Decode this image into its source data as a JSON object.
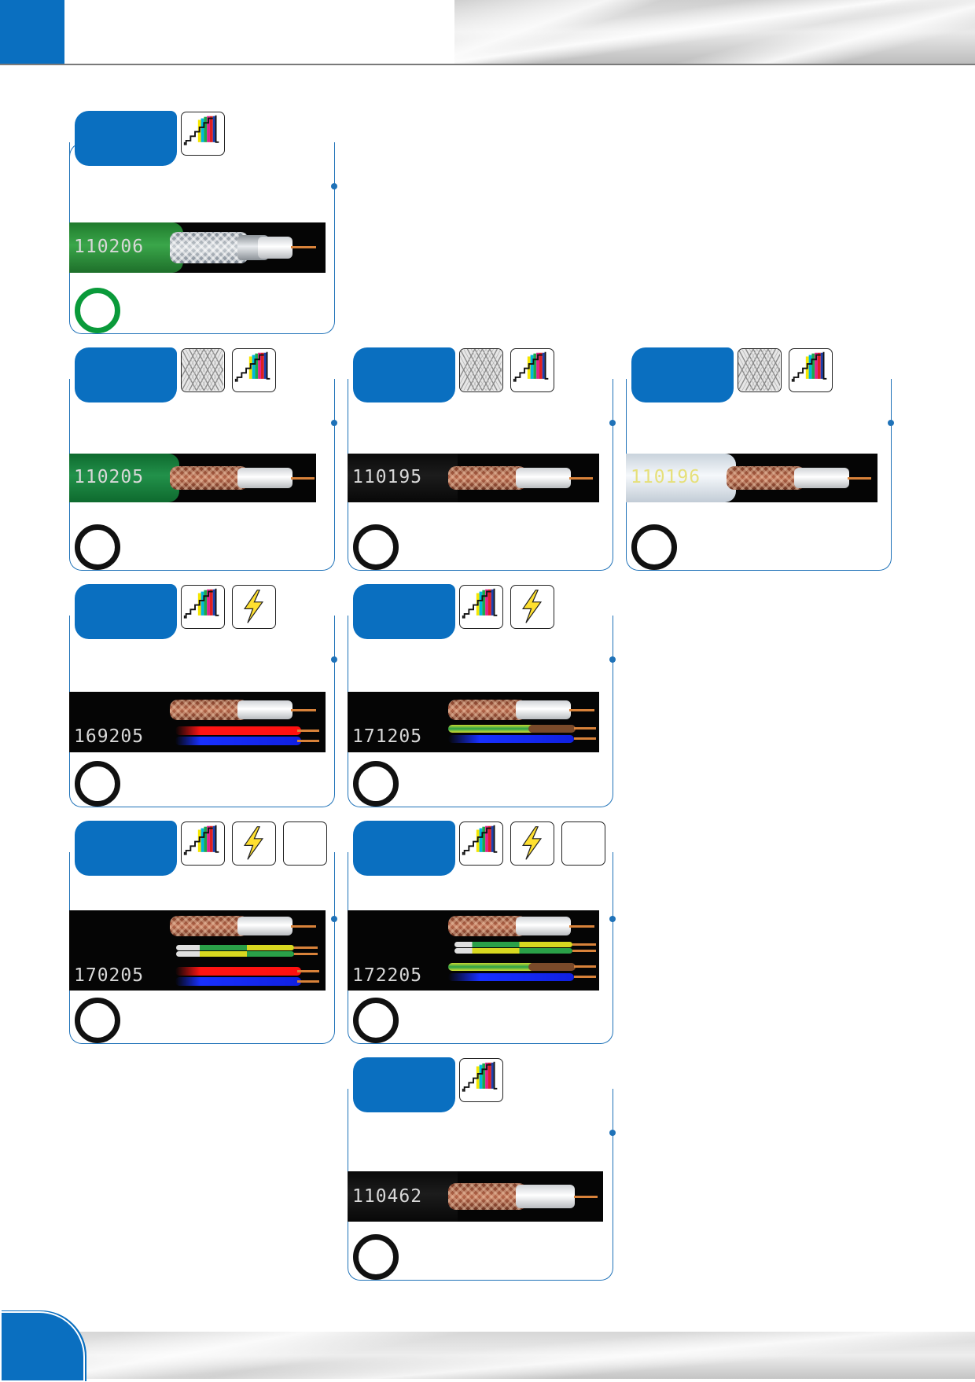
{
  "cards": [
    {
      "code": "110206",
      "jacket": "green",
      "ring": "green"
    },
    {
      "code": "110205",
      "jacket": "green",
      "ring": "black"
    },
    {
      "code": "110195",
      "jacket": "black",
      "ring": "black"
    },
    {
      "code": "110196",
      "jacket": "white",
      "ring": "black"
    },
    {
      "code": "169205",
      "jacket": "black",
      "ring": "black"
    },
    {
      "code": "171205",
      "jacket": "black",
      "ring": "black"
    },
    {
      "code": "170205",
      "jacket": "black",
      "ring": "black"
    },
    {
      "code": "172205",
      "jacket": "black",
      "ring": "black"
    },
    {
      "code": "110462",
      "jacket": "black",
      "ring": "black"
    }
  ],
  "icons": {
    "signal": "tv-signal-icon",
    "braid": "braid-shield-icon",
    "power": "lightning-icon",
    "empty": "blank-icon"
  },
  "colors": {
    "brand_blue": "#0a6fc0",
    "frame_blue": "#1f72b8",
    "green_jacket": "#2f9a3c",
    "green_ring": "#0a9a3a"
  }
}
